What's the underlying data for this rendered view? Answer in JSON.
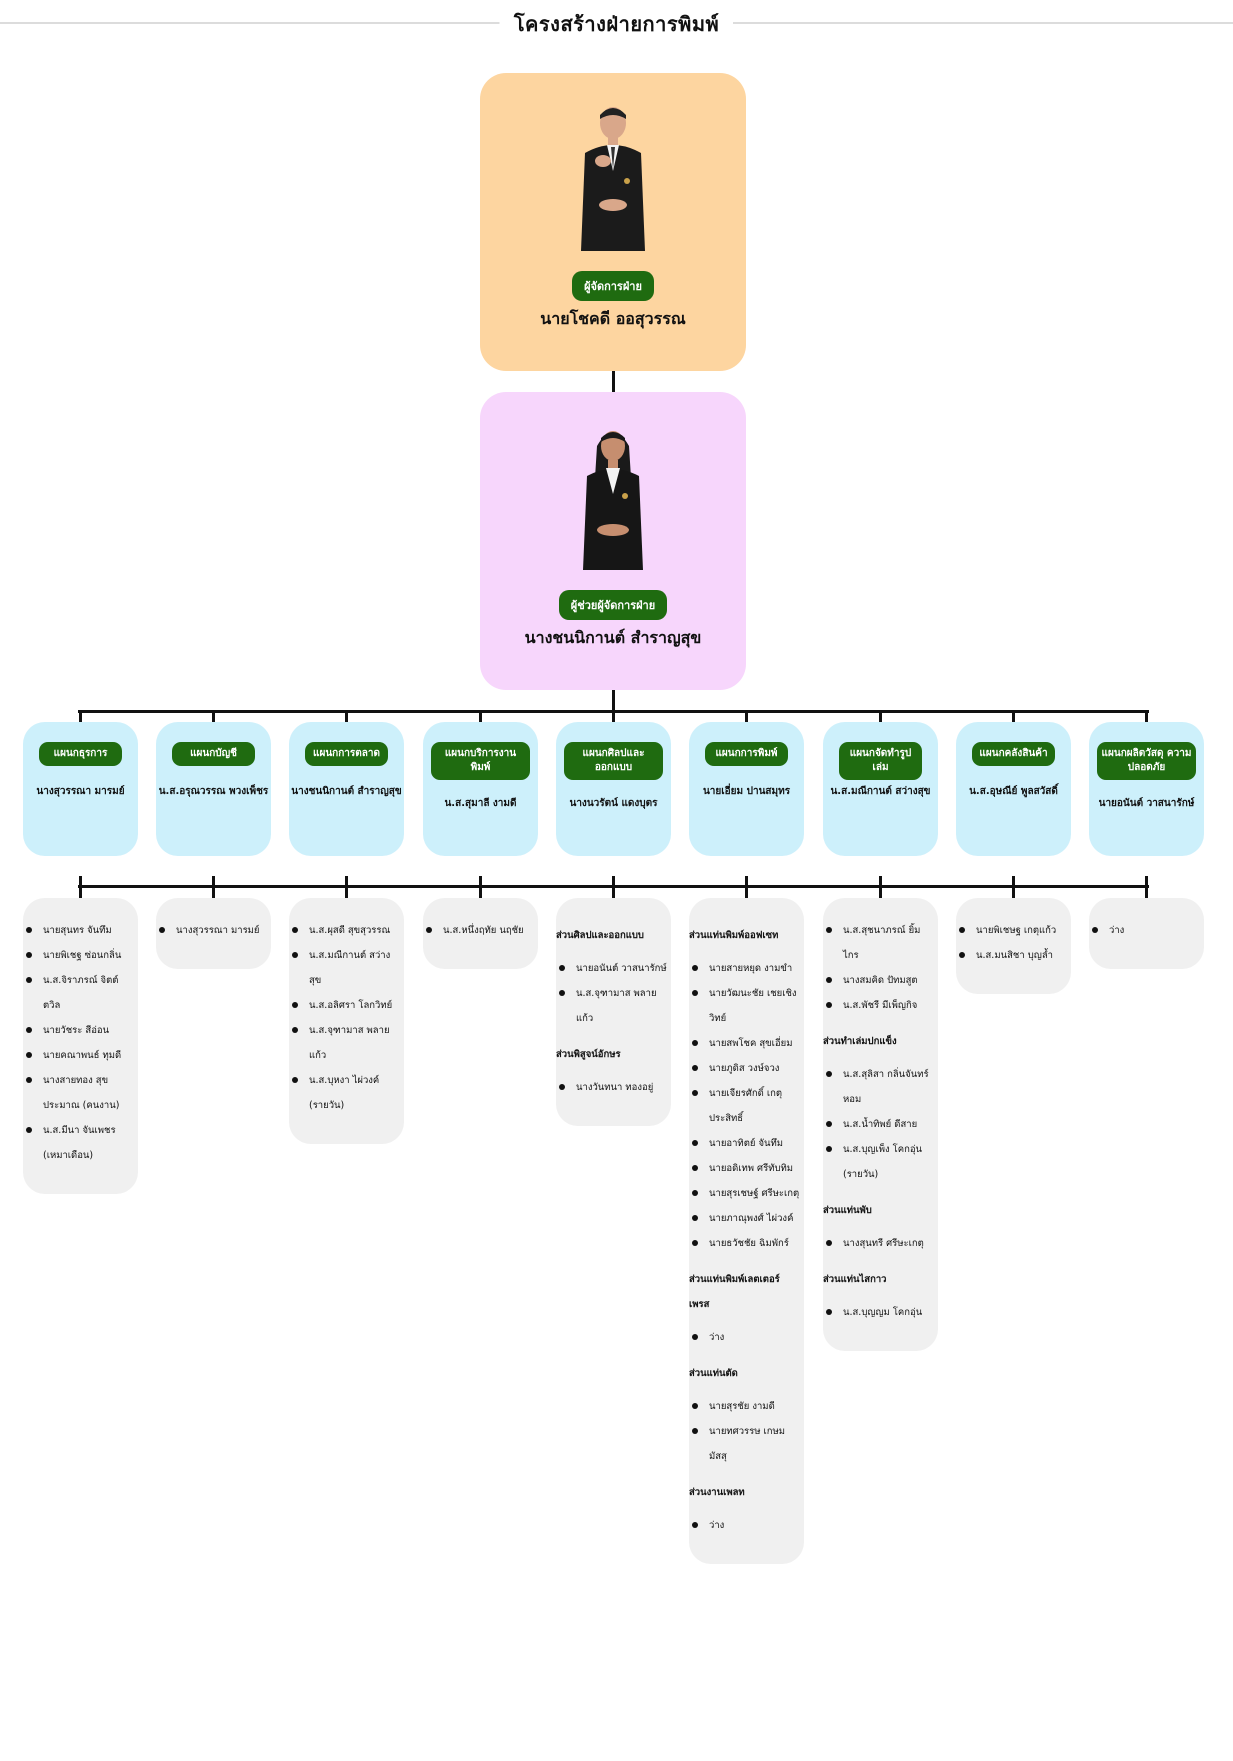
{
  "title": "โครงสร้างฝ่ายการพิมพ์",
  "manager": {
    "role": "ผู้จัดการฝ่าย",
    "name": "นายโชคดี ออสุวรรณ"
  },
  "assistant": {
    "role": "ผู้ช่วยผู้จัดการฝ่าย",
    "name": "นางชนนิกานต์ สำราญสุข"
  },
  "colors": {
    "manager_card": "#fdd5a0",
    "assistant_card": "#f7d6fc",
    "department_card": "#cdf0fb",
    "staff_card": "#f0f0f0",
    "badge": "#1f6b10"
  },
  "departments": [
    {
      "name": "แผนกธุรการ",
      "head": "นางสุวรรณา มารมย์",
      "staff": [
        {
          "type": "person",
          "text": "นายสุนทร จันทึม"
        },
        {
          "type": "person",
          "text": "นายพิเชฐ ซ่อนกลิ่น"
        },
        {
          "type": "person",
          "text": "น.ส.จิราภรณ์ จิตต์ ตวิล"
        },
        {
          "type": "person",
          "text": "นายวัชระ สีอ่อน"
        },
        {
          "type": "person",
          "text": "นายคณาพนธ์ ทุมดี"
        },
        {
          "type": "person",
          "text": "นางสายทอง สุข ประมาณ (คนงาน)"
        },
        {
          "type": "person",
          "text": "น.ส.มีนา จันเพชร (เหมาเดือน)"
        }
      ]
    },
    {
      "name": "แผนกบัญชี",
      "head": "น.ส.อรุณวรรณ พวงเพ็ชร",
      "staff": [
        {
          "type": "person",
          "text": "นางสุวรรณา มารมย์"
        }
      ]
    },
    {
      "name": "แผนกการตลาด",
      "head": "นางชนนิกานต์ สำราญสุข",
      "staff": [
        {
          "type": "person",
          "text": "น.ส.ผุสดี สุขสุวรรณ"
        },
        {
          "type": "person",
          "text": "น.ส.มณีกานต์ สว่าง สุข"
        },
        {
          "type": "person",
          "text": "น.ส.อลิศรา โลกวิทย์"
        },
        {
          "type": "person",
          "text": "น.ส.จุฑามาส พลาย แก้ว"
        },
        {
          "type": "person",
          "text": "น.ส.บุหงา ไผ่วงค์ (รายวัน)"
        }
      ]
    },
    {
      "name": "แผนกบริการงาน พิมพ์",
      "head": "น.ส.สุมาลี งามดี",
      "staff": [
        {
          "type": "person",
          "text": "น.ส.หนึ่งฤทัย นฤชัย"
        }
      ]
    },
    {
      "name": "แผนกศิลปและ ออกแบบ",
      "head": "นางนวรัตน์ แดงบุตร",
      "staff": [
        {
          "type": "section",
          "text": "ส่วนศิลปและออกแบบ"
        },
        {
          "type": "person",
          "text": "นายอนันต์ วาสนารักษ์"
        },
        {
          "type": "person",
          "text": "น.ส.จุฑามาส พลาย แก้ว"
        },
        {
          "type": "section",
          "text": "ส่วนพิสูจน์อักษร"
        },
        {
          "type": "person",
          "text": "นางวันทนา ทองอยู่"
        }
      ]
    },
    {
      "name": "แผนกการพิมพ์",
      "head": "นายเอี่ยม ปานสมุทร",
      "staff": [
        {
          "type": "section",
          "text": "ส่วนแท่นพิมพ์ออฟเซท"
        },
        {
          "type": "person",
          "text": "นายสายหยุด งามขำ"
        },
        {
          "type": "person",
          "text": "นายวัฒนะชัย เชยเชิง วิทย์"
        },
        {
          "type": "person",
          "text": "นายสพโชค สุขเอี่ยม"
        },
        {
          "type": "person",
          "text": "นายภูดิส วงษ์จวง"
        },
        {
          "type": "person",
          "text": "นายเจียรศักดิ์ เกตุ ประสิทธิ์"
        },
        {
          "type": "person",
          "text": "นายอาทิตย์ จันทึม"
        },
        {
          "type": "person",
          "text": "นายอดิเทพ ศรีทับทิม"
        },
        {
          "type": "person",
          "text": "นายสุรเชษฐ์ ศรีษะเกตุ"
        },
        {
          "type": "person",
          "text": "นายภาณุพงศ์ ไผ่วงค์"
        },
        {
          "type": "person",
          "text": "นายธวัชชัย ฉิมพักร์"
        },
        {
          "type": "section",
          "text": "ส่วนแท่นพิมพ์เลตเตอร์ เพรส"
        },
        {
          "type": "person",
          "text": "ว่าง"
        },
        {
          "type": "section",
          "text": "ส่วนแท่นตัด"
        },
        {
          "type": "person",
          "text": "นายสุรชัย งามดี"
        },
        {
          "type": "person",
          "text": "นายทศวรรษ เกษม มัสสุ"
        },
        {
          "type": "section",
          "text": "ส่วนงานเพลท"
        },
        {
          "type": "person",
          "text": "ว่าง"
        }
      ]
    },
    {
      "name": "แผนกจัดทำรูปเล่ม",
      "head": "น.ส.มณีกานต์ สว่างสุข",
      "staff": [
        {
          "type": "person",
          "text": "น.ส.สุชนาภรณ์ ยิ้มไกร"
        },
        {
          "type": "person",
          "text": "นางสมคิด ปัทมสูต"
        },
        {
          "type": "person",
          "text": "น.ส.พัชรี มีเพ็ญกิจ"
        },
        {
          "type": "section",
          "text": "ส่วนทำเล่มปกแข็ง"
        },
        {
          "type": "person",
          "text": "น.ส.สุลิสา กลิ่นจันทร์ หอม"
        },
        {
          "type": "person",
          "text": "น.ส.น้ำทิพย์ ดีสาย"
        },
        {
          "type": "person",
          "text": "น.ส.บุญเพ็ง โคกอุ่น (รายวัน)"
        },
        {
          "type": "section",
          "text": "ส่วนแท่นพับ"
        },
        {
          "type": "person",
          "text": "นางสุนทรี ศรีษะเกตุ"
        },
        {
          "type": "section",
          "text": "ส่วนแท่นไสกาว"
        },
        {
          "type": "person",
          "text": "น.ส.บุญญม โคกอุ่น"
        }
      ]
    },
    {
      "name": "แผนกคลังสินค้า",
      "head": "น.ส.อุษณีย์ พูลสวัสดิ์",
      "staff": [
        {
          "type": "person",
          "text": "นายพิเชษฐ เกตุแก้ว"
        },
        {
          "type": "person",
          "text": "น.ส.มนสิชา บุญล้ำ"
        }
      ]
    },
    {
      "name": "แผนกผลิตวัสดุ ความปลอดภัย",
      "head": "นายอนันต์ วาสนารักษ์",
      "staff": [
        {
          "type": "person",
          "text": "ว่าง"
        }
      ]
    }
  ]
}
